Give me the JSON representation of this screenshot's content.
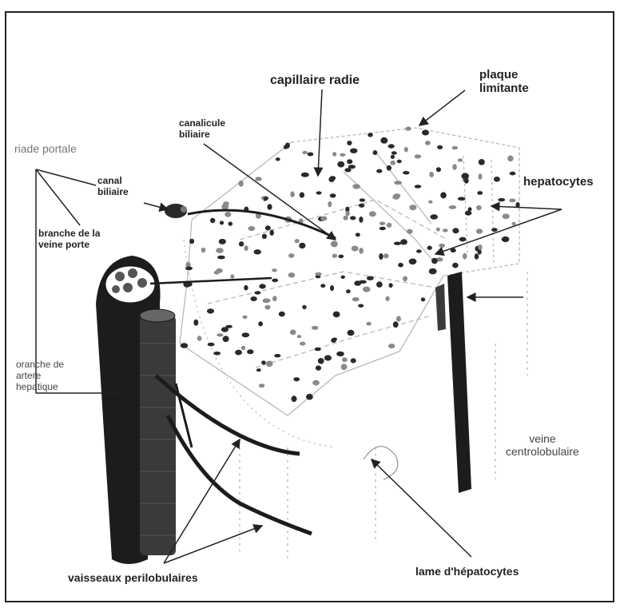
{
  "figure": {
    "labels": {
      "capillaire_radie": "capillaire radie",
      "plaque_limitante": "plaque\nlimitante",
      "canalicule_biliaire": "canalicule\nbiliaire",
      "triade_portale": "riade portale",
      "canal_biliaire": "canal\nbiliaire",
      "hepatocytes": "hepatocytes",
      "branche_veine_porte": "branche de la\nveine porte",
      "branche_artere_hepatique": "oranche de\nartere\nhepatique",
      "veine_centrolobulaire": "veine\ncentrolobulaire",
      "vaisseaux_perilobulaires": "vaisseaux perilobulaires",
      "lame_hepatocytes": "lame d'hépatocytes"
    },
    "colors": {
      "ink": "#222222",
      "nucleus": "#2a2a2a",
      "faded_nucleus": "#8a8a8a",
      "sheet_outline": "#b8b8b8",
      "vessel": "#1c1c1c"
    }
  }
}
